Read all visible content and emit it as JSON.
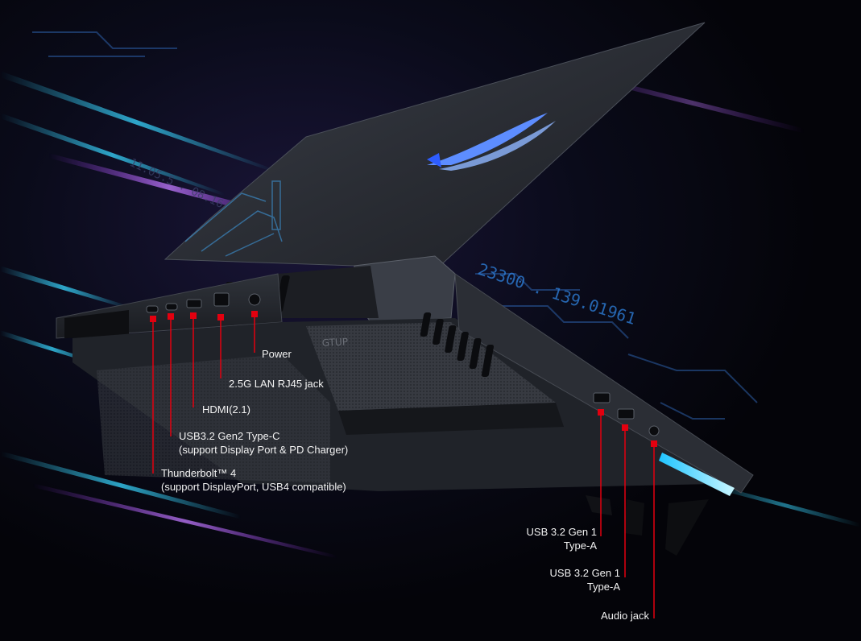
{
  "colors": {
    "background": "#05060c",
    "laptop_body": "#2c2f36",
    "laptop_dark": "#16181d",
    "accent_cyan": "#39d6ff",
    "accent_purple": "#a23cff",
    "marker_red": "#e3000f",
    "label_text": "#f2f2f2"
  },
  "background_code": {
    "coords_right": "23300 . 139.01961",
    "coords_left": "11.05.5 . 08.16"
  },
  "chassis_badge": "GTUP",
  "ports": [
    {
      "name": "power",
      "label": "Power",
      "label2": ""
    },
    {
      "name": "lan",
      "label": "2.5G LAN RJ45 jack",
      "label2": ""
    },
    {
      "name": "hdmi",
      "label": "HDMI(2.1)",
      "label2": ""
    },
    {
      "name": "usb-c",
      "label": "USB3.2 Gen2 Type-C",
      "label2": "(support Display Port & PD Charger)"
    },
    {
      "name": "thunderbolt",
      "label": "Thunderbolt™ 4",
      "label2": "(support DisplayPort, USB4 compatible)"
    },
    {
      "name": "usb-a-1",
      "label": "USB 3.2 Gen 1",
      "label2": "Type-A"
    },
    {
      "name": "usb-a-2",
      "label": "USB 3.2 Gen 1",
      "label2": "Type-A"
    },
    {
      "name": "audio",
      "label": "Audio jack",
      "label2": ""
    }
  ]
}
